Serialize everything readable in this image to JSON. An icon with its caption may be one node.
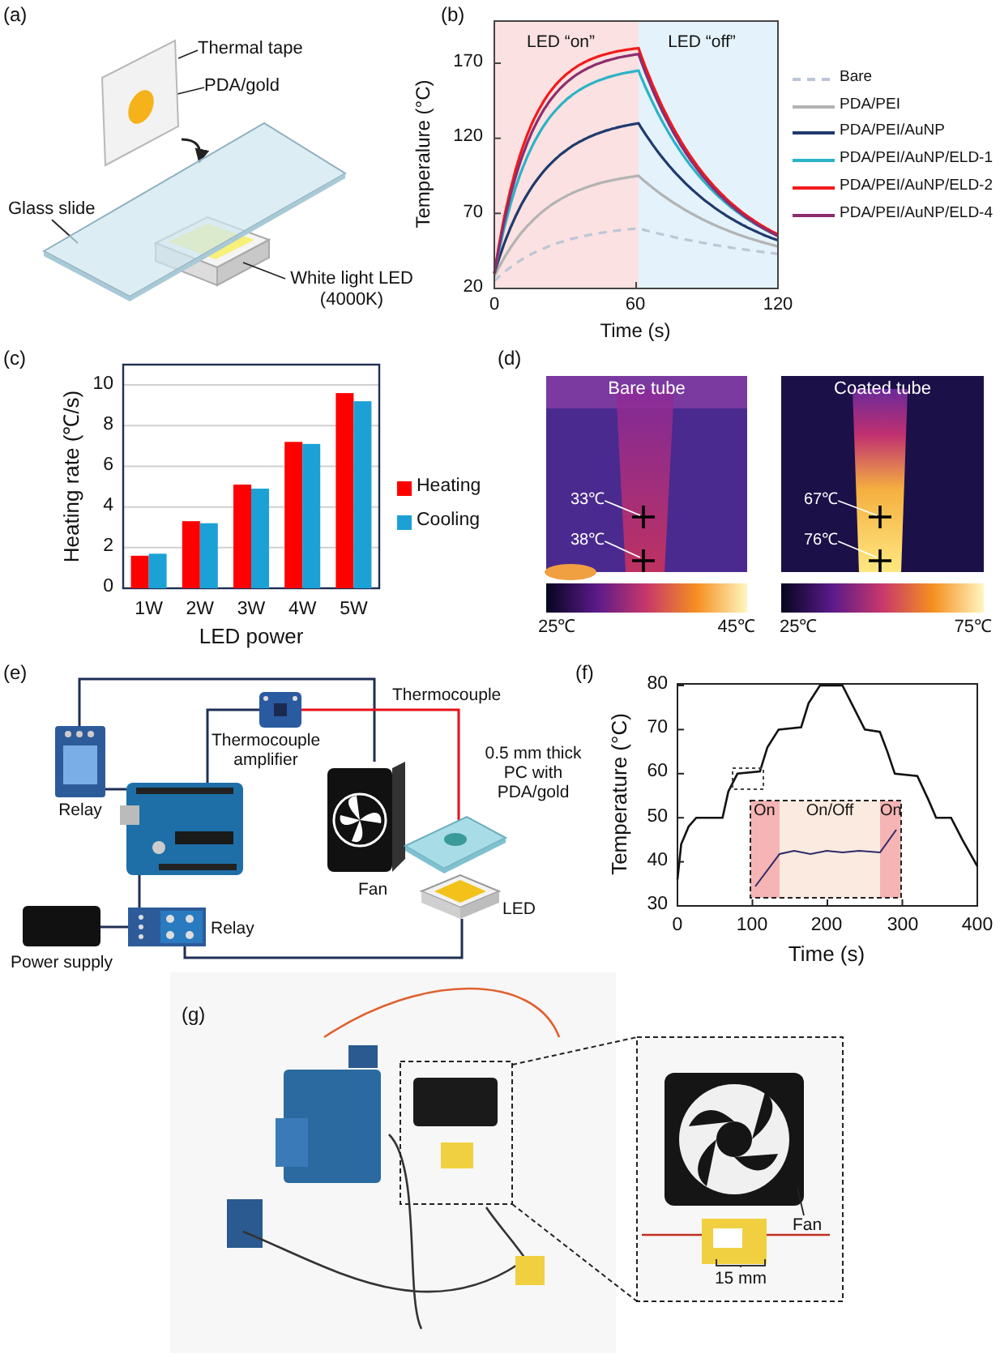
{
  "diagram": {
    "nodes": [
      {
        "text": [
          "Thermal tape"
        ]
      },
      {
        "text": [
          "PDA/gold"
        ]
      },
      {
        "text": [],
        "shape": "picture"
      },
      {
        "text": [
          "Glass slide"
        ]
      },
      {
        "text": [],
        "shape": "picture"
      },
      {
        "text": [
          "White light LED (4000K)"
        ]
      },
      {
        "text": [],
        "shape": "picture",
        "beside": [
          "Relay"
        ]
      },
      {
        "text": [],
        "shape": "picture",
        "beside": [
          "Thermocouple amplifier"
        ]
      },
      {
        "text": [],
        "shape": "picture"
      },
      {
        "text": [],
        "shape": "picture",
        "beside": [
          "Fan"
        ]
      },
      {
        "text": [],
        "shape": "picture",
        "beside": [
          "0.5 mm thick PC with PDA/gold"
        ]
      },
      {
        "text": [],
        "shape": "picture",
        "beside": [
          "LED"
        ]
      },
      {
        "text": [],
        "shape": "box",
        "beside": [
          "Power supply"
        ]
      },
      {
        "text": [],
        "shape": "picture",
        "beside": [
          "Relay"
        ]
      },
      {
        "text": [
          "Bare tube"
        ]
      },
      {
        "text": [
          "33℃"
        ],
        "in": 14
      },
      {
        "text": [
          "38℃"
        ],
        "in": 14
      },
      {
        "text": [
          "Coated tube"
        ]
      },
      {
        "text": [
          "67℃"
        ],
        "in": 17
      },
      {
        "text": [
          "76℃"
        ],
        "in": 17
      },
      {
        "text": [
          "Fan"
        ]
      }
    ],
    "edges": [
      {
        "from": 0,
        "to": 2,
        "arrow": "none"
      },
      {
        "from": 1,
        "to": 2,
        "arrow": "none"
      },
      {
        "from": 3,
        "to": 4,
        "arrow": "none"
      },
      {
        "from": 5,
        "to": null,
        "arrow": "none"
      },
      {
        "from": 2,
        "to": 4,
        "arrow": "to"
      },
      {
        "from": 6,
        "to": 9,
        "arrow": "none",
        "color": "#1f2f55"
      },
      {
        "from": 6,
        "to": 8,
        "arrow": "none",
        "color": "#1f2f55"
      },
      {
        "from": 8,
        "to": 7,
        "arrow": "none",
        "color": "#1f2f55"
      },
      {
        "from": 7,
        "to": 10,
        "arrow": "none",
        "label": "Thermocouple",
        "color": "#e8101a"
      },
      {
        "from": 8,
        "to": 13,
        "arrow": "none",
        "color": "#1f2f55"
      },
      {
        "from": 12,
        "to": 13,
        "arrow": "none",
        "color": "#1f2f55"
      },
      {
        "from": 13,
        "to": 11,
        "arrow": "none",
        "color": "#1f2f55"
      },
      {
        "from": 15,
        "to": 14,
        "arrow": "none",
        "color": "#ffffff"
      },
      {
        "from": 16,
        "to": 14,
        "arrow": "none",
        "color": "#ffffff"
      },
      {
        "from": 18,
        "to": 17,
        "arrow": "none",
        "color": "#ffffff"
      },
      {
        "from": 19,
        "to": 17,
        "arrow": "none",
        "color": "#ffffff"
      },
      {
        "from": 20,
        "to": null,
        "arrow": "none"
      }
    ],
    "labels": [
      "(a)",
      "(b)",
      "LED “on”",
      "LED “off”",
      "170",
      "120",
      "70",
      "20",
      "0",
      "60",
      "120",
      "Temperalure (°C)",
      "Time (s)",
      "(c)",
      "(d)",
      "25℃",
      "45℃",
      "25℃",
      "75℃",
      "(e)",
      "(f)",
      "80",
      "70",
      "60",
      "50",
      "40",
      "30",
      "0",
      "100",
      "200",
      "300",
      "400",
      "Temperature (°C)",
      "Time (s)",
      "On",
      "On/Off",
      "On",
      "(g)",
      "15 mm"
    ],
    "legend": [
      {
        "text": "Bare"
      },
      {
        "text": "PDA/PEI"
      },
      {
        "text": "PDA/PEI/AuNP"
      },
      {
        "text": "PDA/PEI/AuNP/ELD-1"
      },
      {
        "text": "PDA/PEI/AuNP/ELD-2"
      },
      {
        "text": "PDA/PEI/AuNP/ELD-4"
      }
    ],
    "chart_data": {
      "type": "bar",
      "xlabel": "LED power",
      "ylabel": "Heating rate (℃/s)",
      "categories": [
        "1W",
        "2W",
        "3W",
        "4W",
        "5W"
      ],
      "series": [
        {
          "name": "Heating",
          "color": "#ff0000",
          "values": [
            1.6,
            3.3,
            5.1,
            7.2,
            9.6
          ]
        },
        {
          "name": "Cooling",
          "color": "#1ba1d6",
          "values": [
            1.7,
            3.2,
            4.9,
            7.1,
            9.2
          ]
        }
      ],
      "ylim": [
        0,
        11
      ],
      "yticks": [
        0,
        2,
        4,
        6,
        8,
        10
      ],
      "grid": true,
      "legend": "right"
    }
  }
}
